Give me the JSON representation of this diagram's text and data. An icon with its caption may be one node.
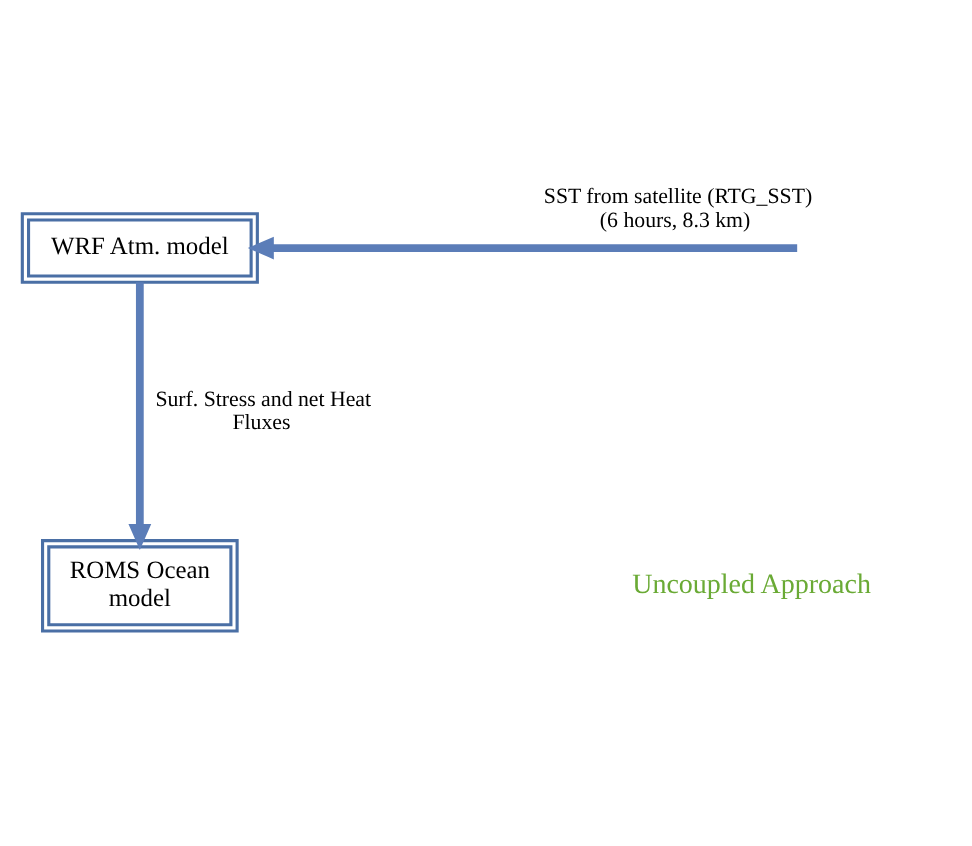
{
  "diagram": {
    "nodes": [
      {
        "text": [
          "WRF Atm. model"
        ]
      },
      {
        "text": [
          "ROMS Ocean model"
        ]
      }
    ],
    "edges": [
      {
        "from": null,
        "to": 0,
        "arrow": "to",
        "label": "SST from satellite (RTG_SST) (6 hours, 8.3 km)"
      },
      {
        "from": 0,
        "to": 1,
        "arrow": "to",
        "label": "Surf. Stress and net Heat Fluxes"
      }
    ],
    "labels": [
      "Uncoupled Approach"
    ]
  }
}
